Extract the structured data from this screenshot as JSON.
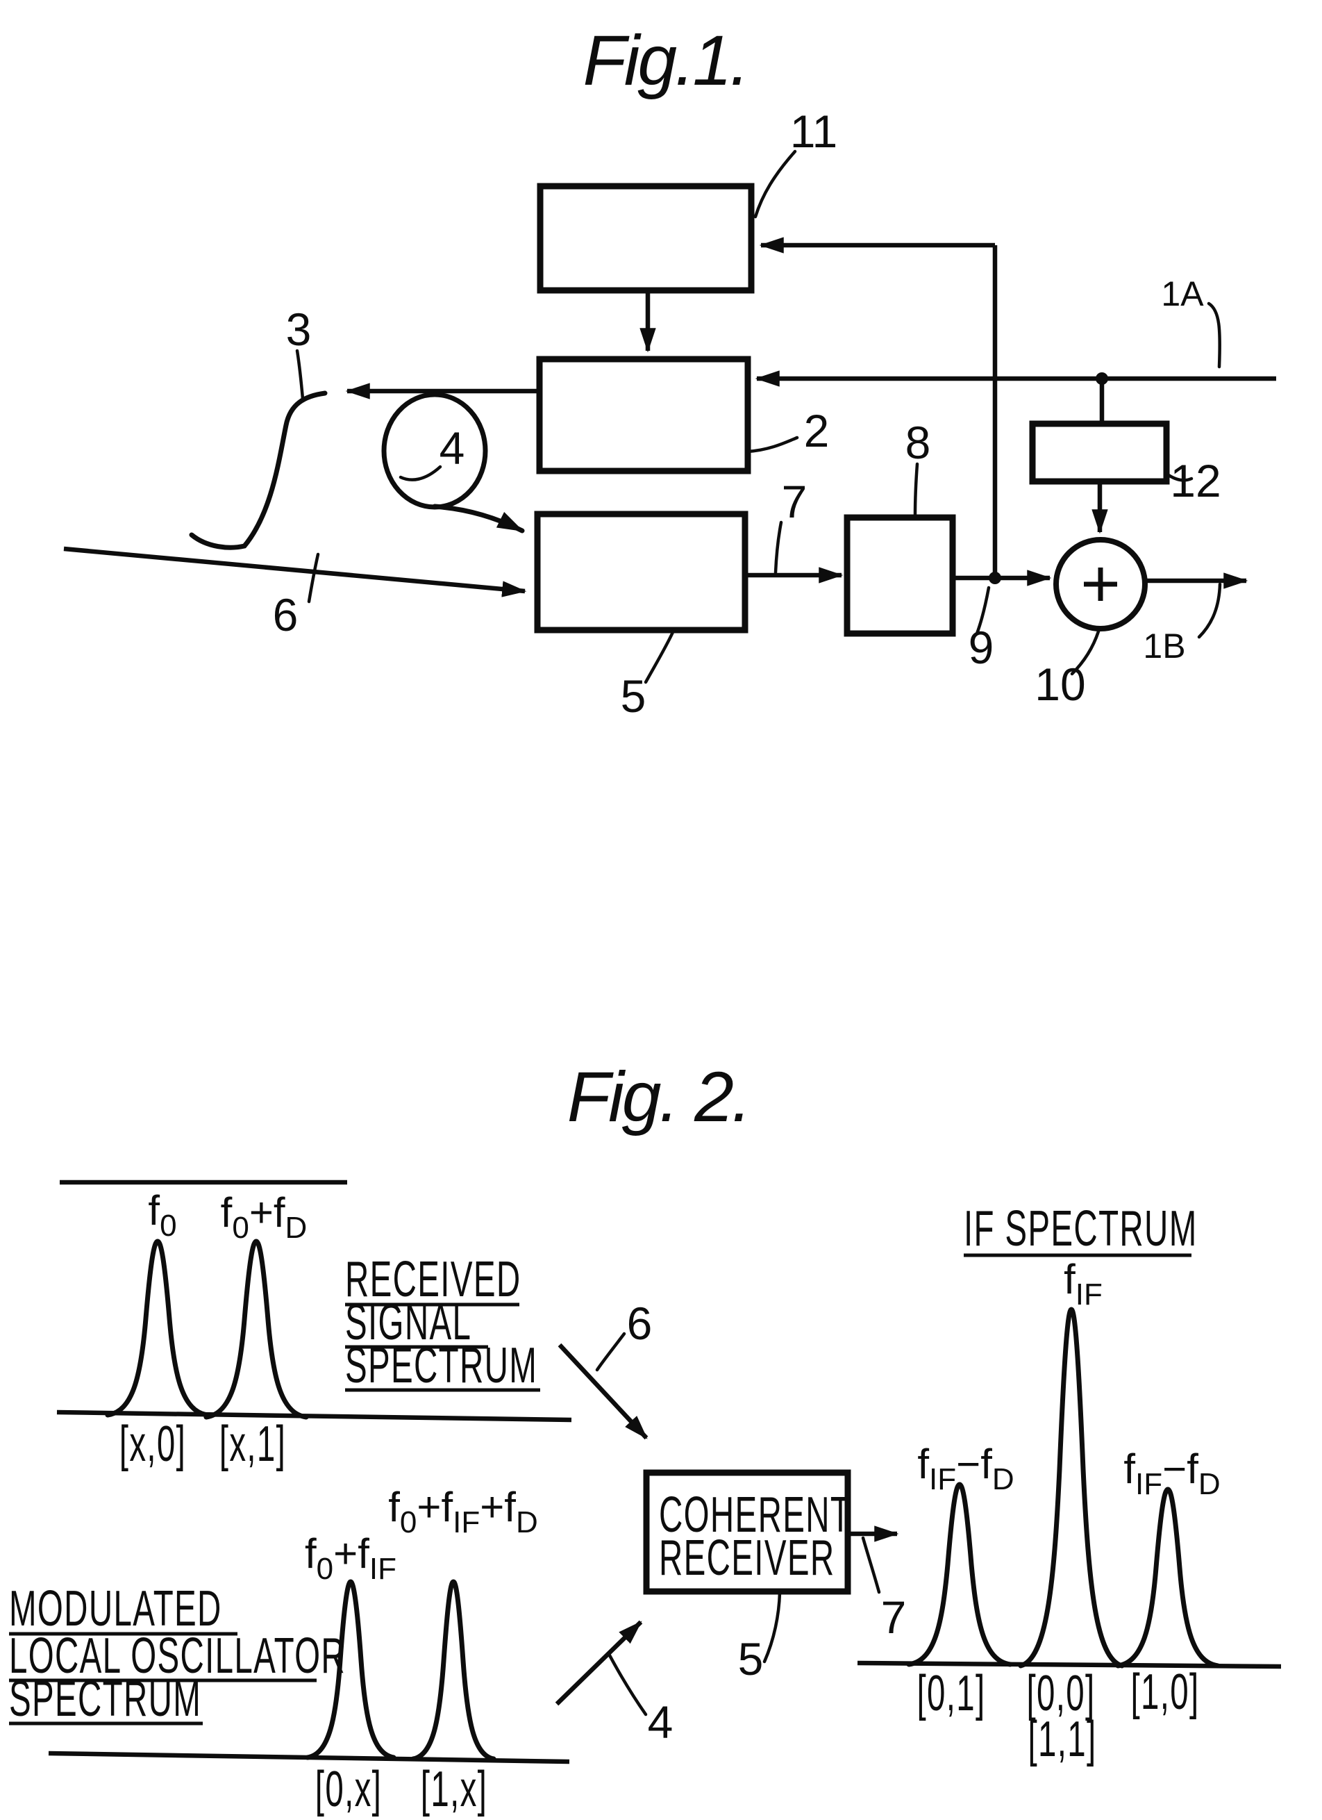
{
  "colors": {
    "ink": "#0d0d0d",
    "paper": "#ffffff"
  },
  "figure1": {
    "title": "Fig.1.",
    "adder_symbol": "+",
    "labels": {
      "n2": "2",
      "n3": "3",
      "n4": "4",
      "n5": "5",
      "n6": "6",
      "n7": "7",
      "n8": "8",
      "n9": "9",
      "n10": "10",
      "n11": "11",
      "n12": "12",
      "n1a": "1A",
      "n1b": "1B"
    }
  },
  "figure2": {
    "title": "Fig. 2.",
    "labels": {
      "n4": "4",
      "n5": "5",
      "n6": "6",
      "n7": "7"
    },
    "received": {
      "captions": [
        "RECEIVED",
        "SIGNAL",
        "SPECTRUM"
      ],
      "peak_freqs": [
        "f_0",
        "f_0+f_D"
      ],
      "peak_tags": [
        "[x,0]",
        "[x,1]"
      ]
    },
    "lo": {
      "captions": [
        "MODULATED",
        "LOCAL OSCILLATOR",
        "SPECTRUM"
      ],
      "peak_freqs": [
        "f_0+f_IF",
        "f_0+f_IF+f_D"
      ],
      "peak_tags": [
        "[0,x]",
        "[1,x]"
      ]
    },
    "if": {
      "caption": "IF SPECTRUM",
      "peak_freqs": [
        "f_IF-f_D",
        "f_IF",
        "f_IF-f_D"
      ],
      "peak_tags": [
        "[0,1]",
        "[0,0]",
        "[1,0]"
      ],
      "extra_tag": "[1,1]"
    },
    "receiver": {
      "line1": "COHERENT",
      "line2": "RECEIVER"
    }
  }
}
